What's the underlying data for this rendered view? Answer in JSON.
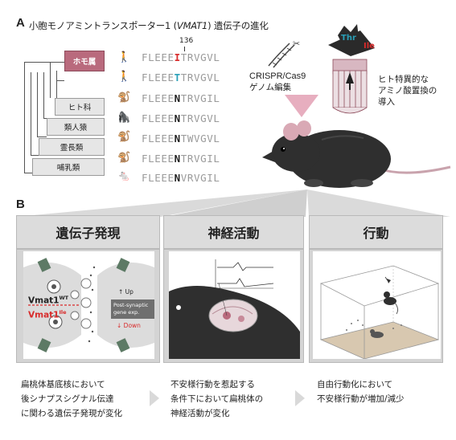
{
  "panel_a": {
    "letter": "A",
    "title_prefix": "小胞モノアミントランスポーター1 (",
    "title_italic": "VMAT1",
    "title_suffix": ") 遺伝子の進化",
    "position_label": "136",
    "taxa": [
      "ホモ属",
      "ヒト科",
      "類人猿",
      "霊長類",
      "哺乳類"
    ],
    "sequences": [
      {
        "pre": "FLEEE",
        "res": "I",
        "post": "TRVGVL",
        "style": "red"
      },
      {
        "pre": "FLEEE",
        "res": "T",
        "post": "TRVGVL",
        "style": "cyan"
      },
      {
        "pre": "FLEEE",
        "res": "N",
        "post": "TRVGIL",
        "style": "bold"
      },
      {
        "pre": "FLEEE",
        "res": "N",
        "post": "TRVGVL",
        "style": "bold"
      },
      {
        "pre": "FLEEE",
        "res": "N",
        "post": "TWVGVL",
        "style": "bold"
      },
      {
        "pre": "FLEEE",
        "res": "N",
        "post": "TRVGIL",
        "style": "bold"
      },
      {
        "pre": "FLEEE",
        "res": "N",
        "post": "VRVGIL",
        "style": "bold"
      }
    ],
    "crispr_line1": "CRISPR/Cas9",
    "crispr_line2": "ゲノム編集",
    "subst_line1": "ヒト特異的な",
    "subst_line2": "アミノ酸置換の",
    "subst_line3": "導入",
    "thr_label": "Thr",
    "ile_label": "Ile"
  },
  "panel_b": {
    "letter": "B",
    "columns": [
      {
        "heading": "遺伝子発現",
        "caption": [
          "扁桃体基底核において",
          "後シナプスシグナル伝達",
          "に関わる遺伝子発現が変化"
        ]
      },
      {
        "heading": "神経活動",
        "caption": [
          "不安様行動を惹起する",
          "条件下において扁桃体の",
          "神経活動が変化"
        ]
      },
      {
        "heading": "行動",
        "caption": [
          "自由行動化において",
          "不安様行動が増加/減少"
        ]
      }
    ],
    "vmat_wt": "Vmat1",
    "vmat_wt_sup": "WT",
    "vmat_ile": "Vmat1",
    "vmat_ile_sup": "Ile",
    "up_label": "Up",
    "down_label": "Down",
    "post_syn_line1": "Post-synaptic",
    "post_syn_line2": "gene exp."
  },
  "colors": {
    "homo_box": "#b96a7d",
    "highlight_red": "#d82b2b",
    "highlight_cyan": "#2aa0b8",
    "panel_gray": "#d4d4d4",
    "arrow_pink": "#e3a0b4"
  }
}
